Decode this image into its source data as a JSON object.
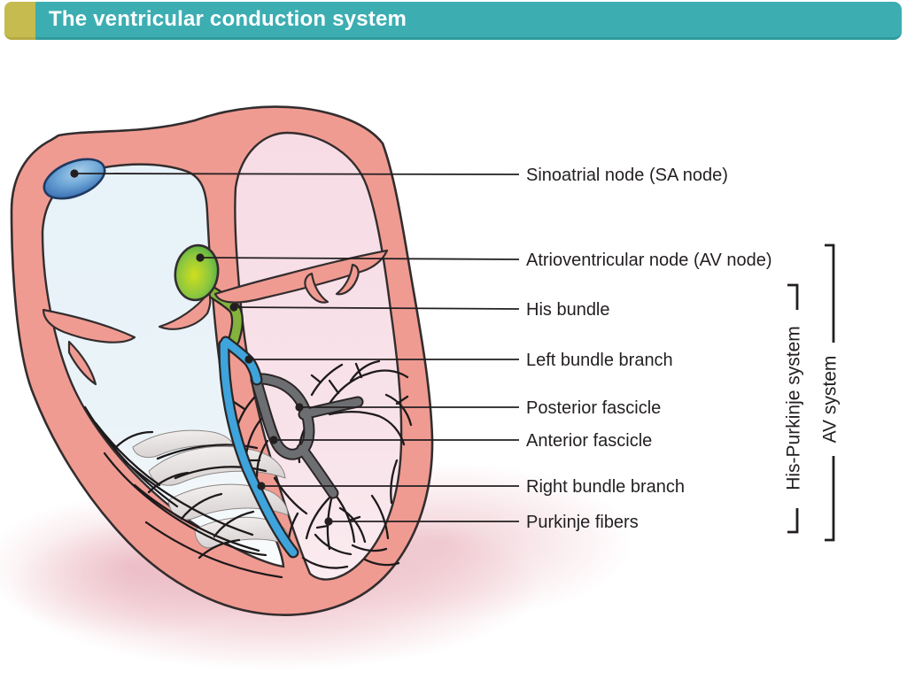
{
  "header": {
    "title": "The ventricular conduction system",
    "bar_color": "#3CAEB2",
    "accent_color": "#C5BB4F"
  },
  "diagram": {
    "labels": [
      {
        "text": "Sinoatrial node (SA node)"
      },
      {
        "text": "Atrioventricular node (AV node)"
      },
      {
        "text": "His bundle"
      },
      {
        "text": "Left bundle branch"
      },
      {
        "text": "Posterior fascicle"
      },
      {
        "text": "Anterior fascicle"
      },
      {
        "text": "Right bundle branch"
      },
      {
        "text": "Purkinje fibers"
      }
    ],
    "brackets": [
      {
        "label": "His-Purkinje system"
      },
      {
        "label": "AV system"
      }
    ],
    "colors": {
      "heart_wall": "#F09B92",
      "outline": "#332D2E",
      "left_chamber": "#E9F3FA",
      "right_chamber": "#F8DFE7",
      "sa_node": "#3A77BC",
      "av_node": "#3BA449",
      "his_bundle": "#84B23C",
      "bundle_branch": "#3EA4DB",
      "fascicle": "#6D6E71",
      "label_text": "#231F20"
    }
  }
}
